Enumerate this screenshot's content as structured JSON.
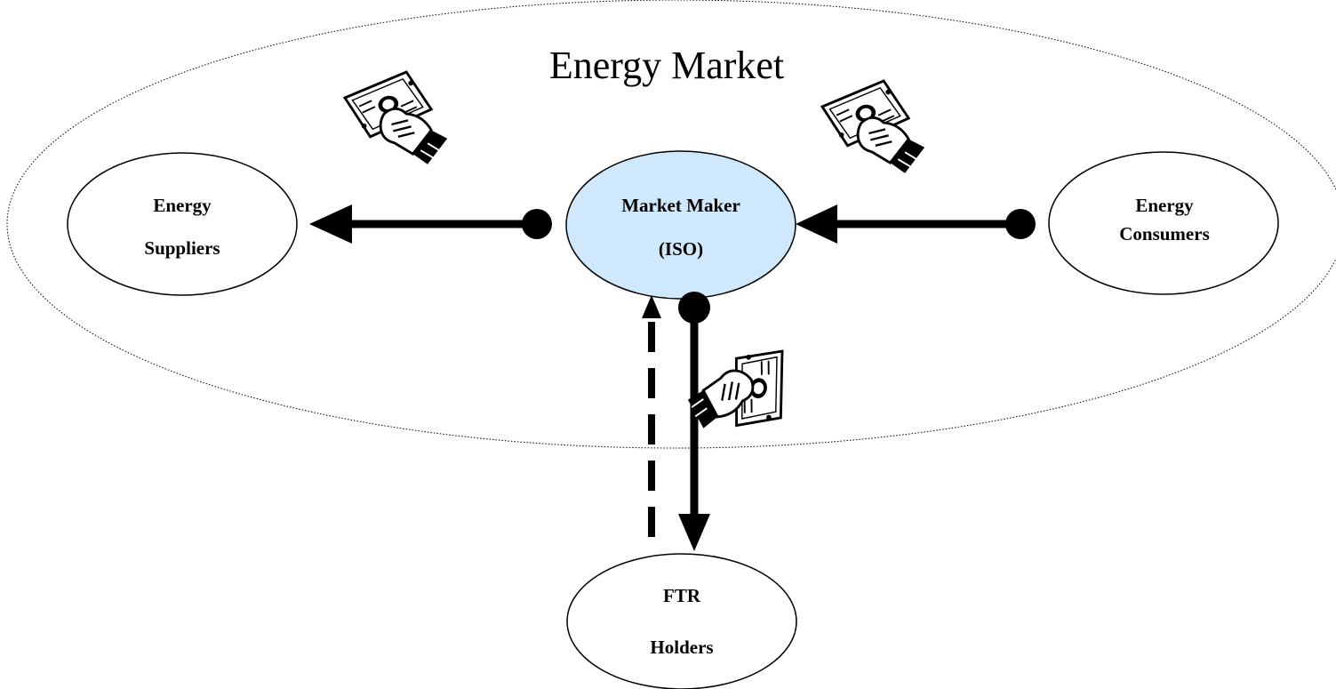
{
  "title": "Energy Market",
  "nodes": {
    "suppliers": {
      "line1": "Energy",
      "line2": "Suppliers"
    },
    "market_maker": {
      "line1": "Market Maker",
      "line2": "(ISO)"
    },
    "consumers": {
      "line1": "Energy",
      "line2": "Consumers"
    },
    "ftr_holders": {
      "line1": "FTR",
      "line2": "Holders"
    }
  },
  "colors": {
    "market_maker_fill": "#cfe8fb",
    "node_fill": "#ffffff",
    "stroke": "#000000"
  },
  "icons": [
    "money-in-hand-icon",
    "money-in-hand-icon",
    "money-in-hand-icon"
  ]
}
